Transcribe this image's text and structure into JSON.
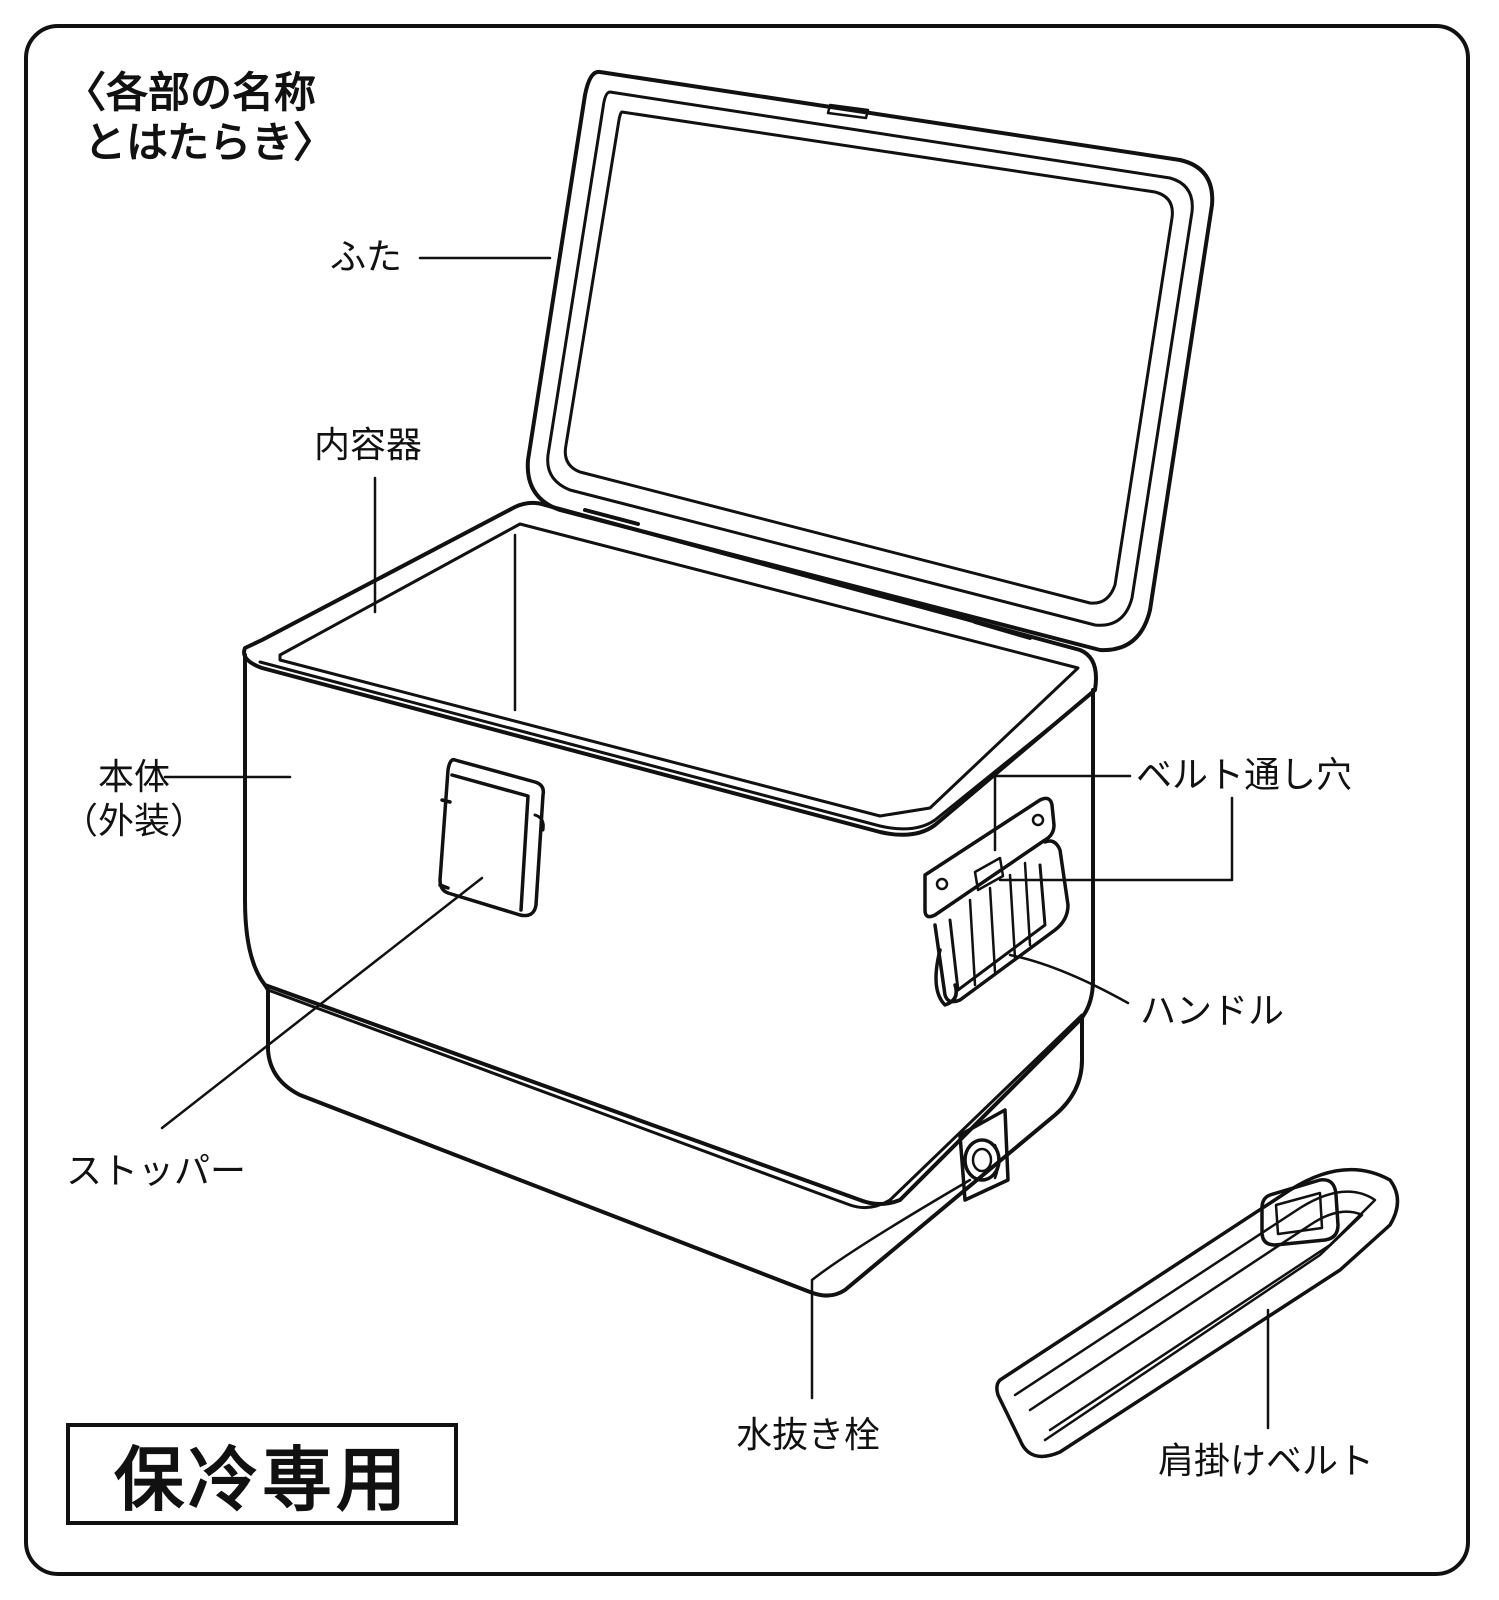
{
  "title": {
    "line1": "〈各部の名称",
    "line2": "とはたらき〉"
  },
  "labels": {
    "lid": "ふた",
    "inner_container": "内容器",
    "body_line1": "本体",
    "body_line2": "（外装）",
    "belt_hole": "ベルト通し穴",
    "handle": "ハンドル",
    "stopper": "ストッパー",
    "drain_plug": "水抜き栓",
    "shoulder_belt": "肩掛けベルト"
  },
  "badge": "保冷専用"
}
